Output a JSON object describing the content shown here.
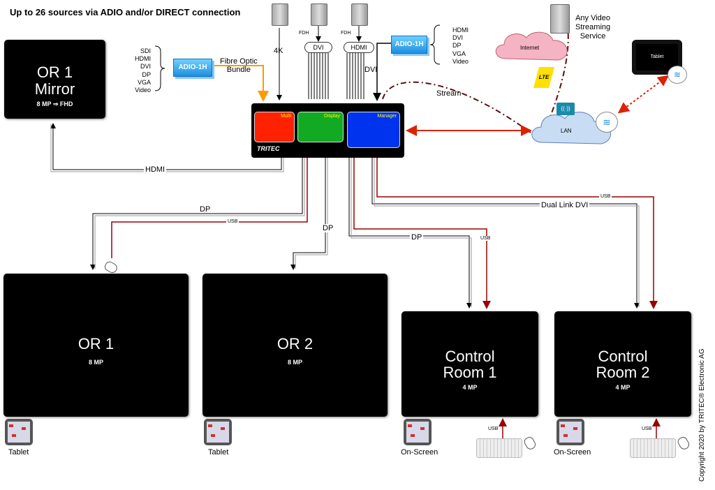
{
  "title": "Up to 26 sources via ADIO and/or DIRECT connection",
  "screens": {
    "or1_mirror": {
      "name_line1": "OR 1",
      "name_line2": "Mirror",
      "sub": "8 MP ⇒ FHD"
    },
    "or1": {
      "name": "OR 1",
      "sub": "8 MP"
    },
    "or2": {
      "name": "OR 2",
      "sub": "8 MP"
    },
    "cr1": {
      "name_line1": "Control",
      "name_line2": "Room 1",
      "sub": "4 MP"
    },
    "cr2": {
      "name_line1": "Control",
      "name_line2": "Room 2",
      "sub": "4 MP"
    }
  },
  "sources_left": [
    "SDI",
    "HDMI",
    "DVI",
    "DP",
    "VGA",
    "Video"
  ],
  "sources_right": [
    "HDMI",
    "DVI",
    "DP",
    "VGA",
    "Video"
  ],
  "adio_label": "ADIO-1H",
  "fibre_label": "Fibre Optic\nBundle",
  "inputs": {
    "k4": "4K",
    "fdh": "FDH",
    "dvi": "DVI",
    "hdmi": "HDMI",
    "dvi_single": "DVI"
  },
  "mdm": {
    "multi": "Multi",
    "display": "Display",
    "manager": "Manager",
    "logo": "TRITEC"
  },
  "network": {
    "stream": "Stream",
    "internet": "Internet",
    "lan": "LAN",
    "lte": "LTE",
    "streaming_service": "Any Video\nStreaming\nService",
    "tablet": "Tablet"
  },
  "connections": {
    "hdmi": "HDMI",
    "dp_or1": "DP",
    "usb_or1": "USB",
    "dp_or2": "DP",
    "dp_cr1": "DP",
    "usb_cr1": "USB",
    "dual_link_dvi": "Dual Link DVI",
    "usb_cr2": "USB",
    "usb_kbd1": "USB",
    "usb_kbd2": "USB"
  },
  "devices": {
    "tablet1": "Tablet",
    "tablet2": "Tablet",
    "onscreen1": "On-Screen",
    "onscreen2": "On-Screen"
  },
  "copyright": "Copyright 2020 by TRITEC® Electronic AG",
  "colors": {
    "multi": "#ff2200",
    "display": "#11aa22",
    "manager": "#0033ee",
    "usb": "#990000",
    "fibre": "#ff9900",
    "link": "#dd2200"
  }
}
